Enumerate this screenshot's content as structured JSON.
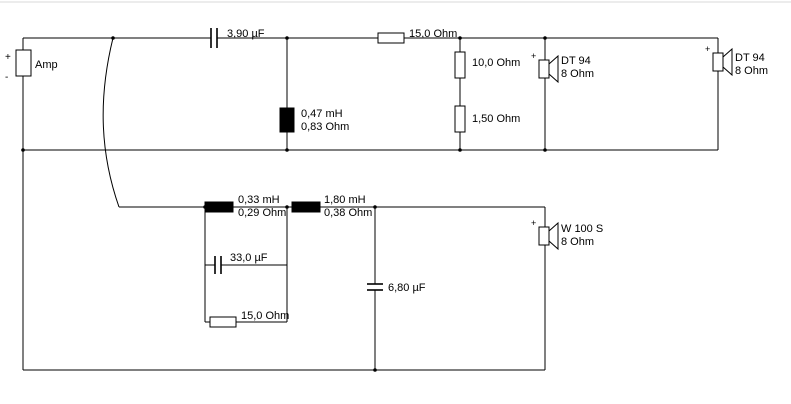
{
  "amp": {
    "label": "Amp",
    "plus": "+",
    "minus": "-"
  },
  "colors": {
    "wire": "#000000",
    "background": "#ffffff",
    "inductor_fill": "#000000"
  },
  "components": {
    "c1": {
      "type": "capacitor",
      "value": "3,90 µF"
    },
    "r1": {
      "type": "resistor",
      "value": "15,0 Ohm"
    },
    "r2": {
      "type": "resistor",
      "value": "10,0 Ohm"
    },
    "r3": {
      "type": "resistor",
      "value": "1,50 Ohm"
    },
    "l1": {
      "type": "inductor",
      "inductance": "0,47 mH",
      "resistance": "0,83 Ohm"
    },
    "l2": {
      "type": "inductor",
      "inductance": "0,33 mH",
      "resistance": "0,29 Ohm"
    },
    "l3": {
      "type": "inductor",
      "inductance": "1,80 mH",
      "resistance": "0,38 Ohm"
    },
    "c2": {
      "type": "capacitor",
      "value": "33,0 µF"
    },
    "r4": {
      "type": "resistor",
      "value": "15,0 Ohm"
    },
    "c3": {
      "type": "capacitor",
      "value": "6,80 µF"
    }
  },
  "speakers": {
    "tweeter1": {
      "model": "DT 94",
      "impedance": "8 Ohm",
      "polarity": "+"
    },
    "tweeter2": {
      "model": "DT 94",
      "impedance": "8 Ohm",
      "polarity": "+"
    },
    "woofer": {
      "model": "W 100 S",
      "impedance": "8 Ohm",
      "polarity": "+"
    }
  }
}
